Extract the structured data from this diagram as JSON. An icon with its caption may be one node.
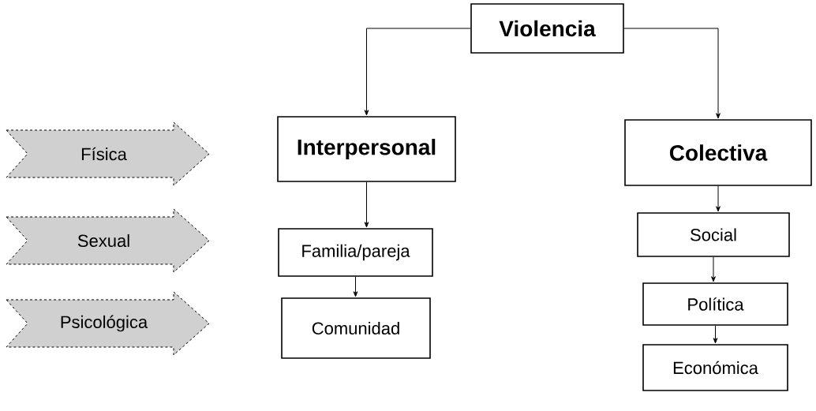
{
  "diagram": {
    "nodes": [
      {
        "text": [
          "Violencia"
        ]
      },
      {
        "text": [
          "Interpersonal"
        ]
      },
      {
        "text": [
          "Colectiva"
        ]
      },
      {
        "text": [
          "Familia/pareja"
        ]
      },
      {
        "text": [
          "Comunidad"
        ]
      },
      {
        "text": [
          "Social"
        ]
      },
      {
        "text": [
          "Política"
        ]
      },
      {
        "text": [
          "Económica"
        ]
      },
      {
        "text": [
          "Física"
        ]
      },
      {
        "text": [
          "Sexual"
        ]
      },
      {
        "text": [
          "Psicológica"
        ]
      }
    ],
    "edges": [
      {
        "from": 0,
        "to": 1,
        "arrow": "to"
      },
      {
        "from": 0,
        "to": 2,
        "arrow": "to"
      },
      {
        "from": 1,
        "to": 3,
        "arrow": "to"
      },
      {
        "from": 3,
        "to": 4,
        "arrow": "to"
      },
      {
        "from": 2,
        "to": 5,
        "arrow": "to"
      },
      {
        "from": 5,
        "to": 6,
        "arrow": "to"
      },
      {
        "from": 6,
        "to": 7,
        "arrow": "to"
      }
    ]
  }
}
